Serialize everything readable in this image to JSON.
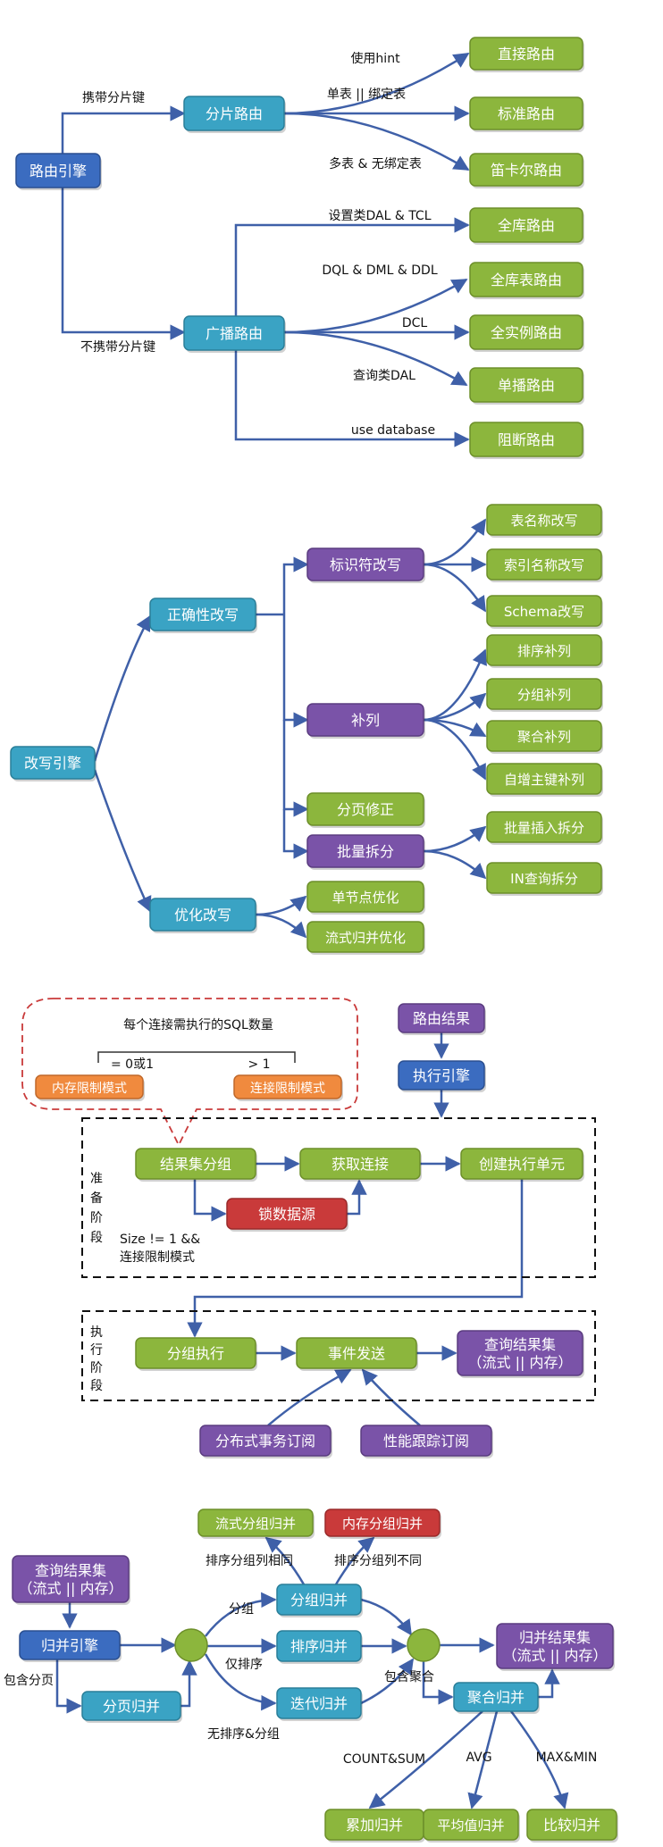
{
  "colors": {
    "green": "#8cb63d",
    "green_stroke": "#6d8f2a",
    "blue": "#3aa3c4",
    "blue_stroke": "#2a7f99",
    "purple": "#7a53a8",
    "purple_stroke": "#5b3c80",
    "navy": "#3b6cc0",
    "navy_stroke": "#2b4f90",
    "red": "#c93a3a",
    "red_stroke": "#9a2a2a",
    "orange": "#f08a3e",
    "orange_stroke": "#c0682a",
    "edge": "#3f60a8"
  },
  "routing": {
    "root": "路由引擎",
    "shard": "分片路由",
    "broadcast": "广播路由",
    "with_key": "携带分片键",
    "without_key": "不携带分片键",
    "shard_children": [
      {
        "edge": "使用hint",
        "label": "直接路由"
      },
      {
        "edge": "单表 || 绑定表",
        "label": "标准路由"
      },
      {
        "edge": "多表 & 无绑定表",
        "label": "笛卡尔路由"
      }
    ],
    "broadcast_children": [
      {
        "edge": "设置类DAL & TCL",
        "label": "全库路由"
      },
      {
        "edge": "DQL & DML & DDL",
        "label": "全库表路由"
      },
      {
        "edge": "DCL",
        "label": "全实例路由"
      },
      {
        "edge": "查询类DAL",
        "label": "单播路由"
      },
      {
        "edge": "use database",
        "label": "阻断路由"
      }
    ]
  },
  "rewrite": {
    "root": "改写引擎",
    "correctness": "正确性改写",
    "optimize": "优化改写",
    "identifier": "标识符改写",
    "identifier_children": [
      "表名称改写",
      "索引名称改写",
      "Schema改写"
    ],
    "supplement": "补列",
    "supplement_children": [
      "排序补列",
      "分组补列",
      "聚合补列",
      "自增主键补列"
    ],
    "pagination": "分页修正",
    "batch": "批量拆分",
    "batch_children": [
      "批量插入拆分",
      "IN查询拆分"
    ],
    "optimize_children": [
      "单节点优化",
      "流式归并优化"
    ]
  },
  "execution": {
    "bubble_title": "每个连接需执行的SQL数量",
    "eq_label": "= 0或1",
    "gt_label": "> 1",
    "memory_mode": "内存限制模式",
    "connection_mode": "连接限制模式",
    "route_result": "路由结果",
    "exec_engine": "执行引擎",
    "prepare_stage": [
      "准",
      "备",
      "阶",
      "段"
    ],
    "resultset_group": "结果集分组",
    "get_connection": "获取连接",
    "create_unit": "创建执行单元",
    "lock_datasource": "锁数据源",
    "size_cond_1": "Size != 1 &&",
    "size_cond_2": "连接限制模式",
    "exec_stage": [
      "执",
      "行",
      "阶",
      "段"
    ],
    "group_exec": "分组执行",
    "event_send": "事件发送",
    "query_result_1": "查询结果集",
    "query_result_2": "（流式 || 内存）",
    "dist_tx": "分布式事务订阅",
    "perf_trace": "性能跟踪订阅"
  },
  "merge": {
    "query_result_1": "查询结果集",
    "query_result_2": "（流式 || 内存）",
    "merge_engine": "归并引擎",
    "has_pagination": "包含分页",
    "pagination_merge": "分页归并",
    "stream_group": "流式分组归并",
    "memory_group": "内存分组归并",
    "same_cols": "排序分组列相同",
    "diff_cols": "排序分组列不同",
    "group_label": "分组",
    "group_merge": "分组归并",
    "sort_only": "仅排序",
    "sort_merge": "排序归并",
    "iter_merge": "迭代归并",
    "no_sort_group": "无排序&分组",
    "has_agg": "包含聚合",
    "merge_result_1": "归并结果集",
    "merge_result_2": "（流式 || 内存）",
    "agg_merge": "聚合归并",
    "count_sum": "COUNT&SUM",
    "avg": "AVG",
    "max_min": "MAX&MIN",
    "acc_merge": "累加归并",
    "avg_merge": "平均值归并",
    "cmp_merge": "比较归并"
  }
}
